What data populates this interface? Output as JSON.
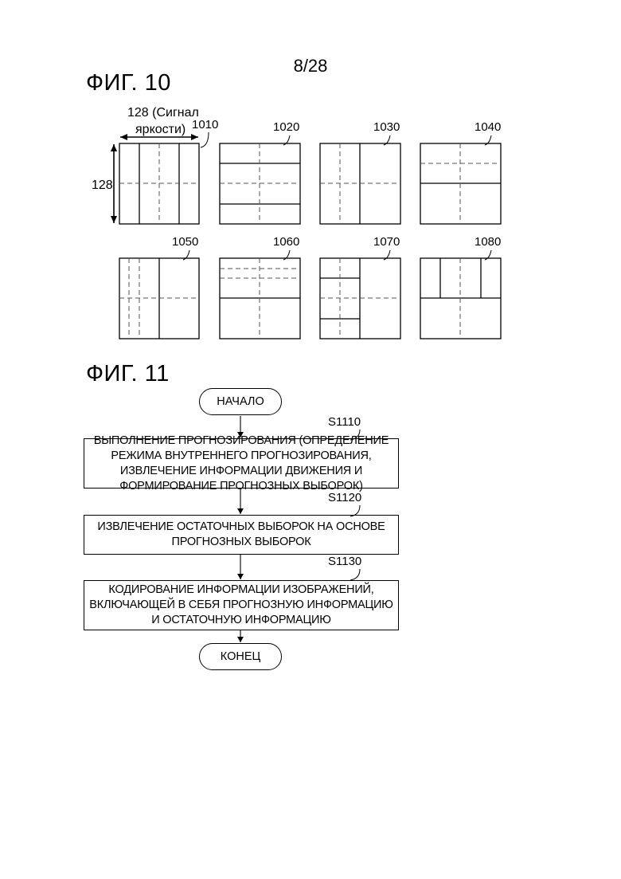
{
  "page_number": "8/28",
  "fig10": {
    "title": "ФИГ. 10",
    "dimension": {
      "width_label_line1": "128 (Сигнал",
      "width_label_line2": "яркости)",
      "height_label": "128"
    },
    "blocks": [
      {
        "ref": "1010"
      },
      {
        "ref": "1020"
      },
      {
        "ref": "1030"
      },
      {
        "ref": "1040"
      },
      {
        "ref": "1050"
      },
      {
        "ref": "1060"
      },
      {
        "ref": "1070"
      },
      {
        "ref": "1080"
      }
    ]
  },
  "fig11": {
    "title": "ФИГ. 11",
    "start": "НАЧАЛО",
    "end": "КОНЕЦ",
    "steps": [
      {
        "id": "S1110",
        "text": "ВЫПОЛНЕНИЕ ПРОГНОЗИРОВАНИЯ (ОПРЕДЕЛЕНИЕ РЕЖИМА ВНУТРЕННЕГО ПРОГНОЗИРОВАНИЯ, ИЗВЛЕЧЕНИЕ ИНФОРМАЦИИ ДВИЖЕНИЯ И ФОРМИРОВАНИЕ ПРОГНОЗНЫХ ВЫБОРОК)"
      },
      {
        "id": "S1120",
        "text": "ИЗВЛЕЧЕНИЕ ОСТАТОЧНЫХ ВЫБОРОК НА ОСНОВЕ ПРОГНОЗНЫХ ВЫБОРОК"
      },
      {
        "id": "S1130",
        "text": "КОДИРОВАНИЕ ИНФОРМАЦИИ ИЗОБРАЖЕНИЙ, ВКЛЮЧАЮЩЕЙ В СЕБЯ ПРОГНОЗНУЮ ИНФОРМАЦИЮ И ОСТАТОЧНУЮ ИНФОРМАЦИЮ"
      }
    ]
  }
}
